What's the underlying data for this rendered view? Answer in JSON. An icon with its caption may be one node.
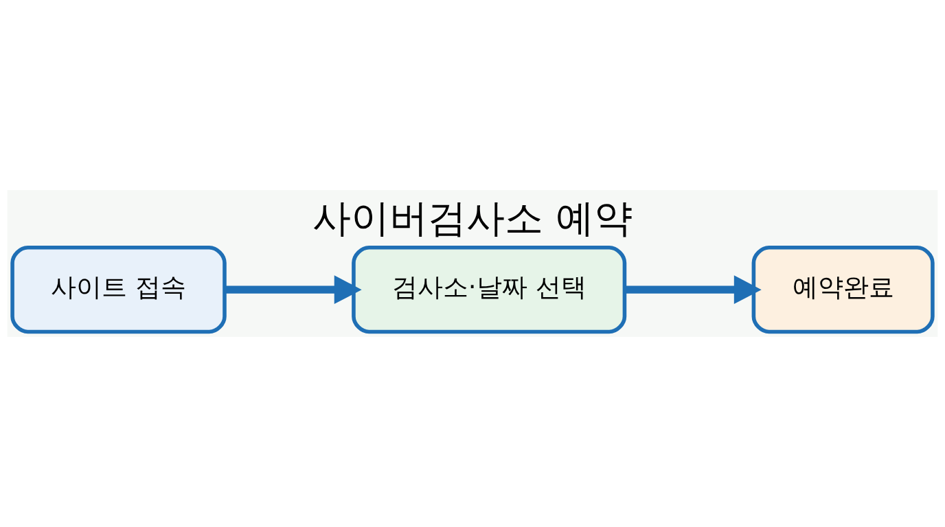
{
  "diagram": {
    "title": "사이버검사소 예약",
    "nodes": [
      {
        "text": [
          "사이트 접속"
        ]
      },
      {
        "text": [
          "검사소·날짜 선택"
        ]
      },
      {
        "text": [
          "예약완료"
        ]
      }
    ],
    "edges": [
      {
        "from": 0,
        "to": 1,
        "arrow": "to"
      },
      {
        "from": 1,
        "to": 2,
        "arrow": "to"
      }
    ]
  }
}
